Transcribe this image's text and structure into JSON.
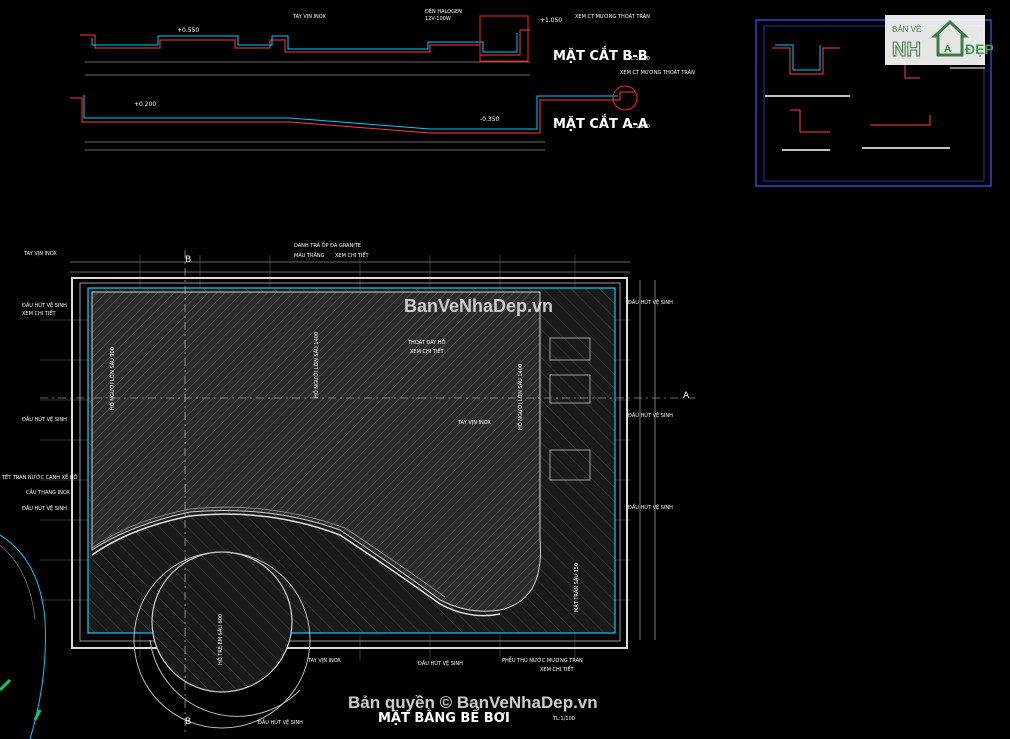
{
  "section_bb": {
    "title": "MẶT CẮT B-B",
    "scale": "TL:1/100",
    "label_halogen_1": "ĐÈN HALOGEN",
    "label_halogen_2": "12V-100W",
    "label_railing": "TAY VỊN INOX",
    "label_overflow": "XEM CT MƯƠNG THOÁT TRÀN",
    "level_1": "+0.550",
    "level_2": "+1.050"
  },
  "section_aa": {
    "title": "MẶT CẮT A-A",
    "scale": "TL:1/100",
    "label_overflow": "XEM CT MƯƠNG THOÁT TRÀN",
    "level_1": "+0.200",
    "level_2": "-0.350"
  },
  "plan": {
    "title": "MẶT BẰNG BỂ BƠI",
    "scale": "TL:1/100",
    "marker_b_top": "B",
    "marker_b_bottom": "B",
    "marker_a": "A",
    "label_railing_top": "TAY VỊN INOX",
    "label_granite_1": "DANH TRÀ ỐP ĐÁ GRANITE",
    "label_granite_2": "MÀU TRẮNG",
    "label_detail_top": "XEM CHI TIẾT",
    "label_suction_1": "ĐẦU HÚT VỆ SINH",
    "label_detail_left": "XEM CHI TIẾT",
    "label_suction_2": "ĐẦU HÚT VỆ SINH",
    "label_overflow_left": "TẾT TRÀN NƯỚC CẠNH XẾ HỒ",
    "label_ladder": "CẦU THANG INOX",
    "label_suction_3": "ĐẦU HÚT VỆ SINH",
    "label_drain_1": "THOÁT ĐÁY HỒ",
    "label_drain_2": "XEM CHI TIẾT",
    "label_railing_mid": "TAY VỊN INOX",
    "label_right_1": "ĐẦU HÚT VỆ SINH",
    "label_right_2": "ĐẦU HÚT VỆ SINH",
    "label_right_3": "ĐẦU HÚT VỆ SINH",
    "label_railing_bottom": "TAY VỊN INOX",
    "label_suction_bottom": "ĐẦU HÚT VỆ SINH",
    "label_funnel_1": "PHỄU THU NƯỚC MƯƠNG TRÀN",
    "label_funnel_2": "XEM CHI TIẾT",
    "label_suction_bottom2": "ĐẦU HÚT VỆ SINH",
    "label_depth_1": "HỒ NGƯỜI LỚN SÂU 900",
    "label_depth_2": "HỒ NGƯỜI LỚN SÂU 1400",
    "label_depth_3": "HỒ NGƯỜI LỚN SÂU 1400",
    "label_depth_4": "MẶT TRẦN SÂU 150",
    "label_depth_5": "HỒ TRẺ EM SÂU 600"
  },
  "watermark": {
    "site": "BanVeNhaDep.vn",
    "copyright": "Bản quyền © BanVeNhaDep.vn"
  },
  "logo": {
    "top": "BẢN VẼ",
    "nh": "NH",
    "a": "A",
    "dep": "ĐẸP"
  }
}
